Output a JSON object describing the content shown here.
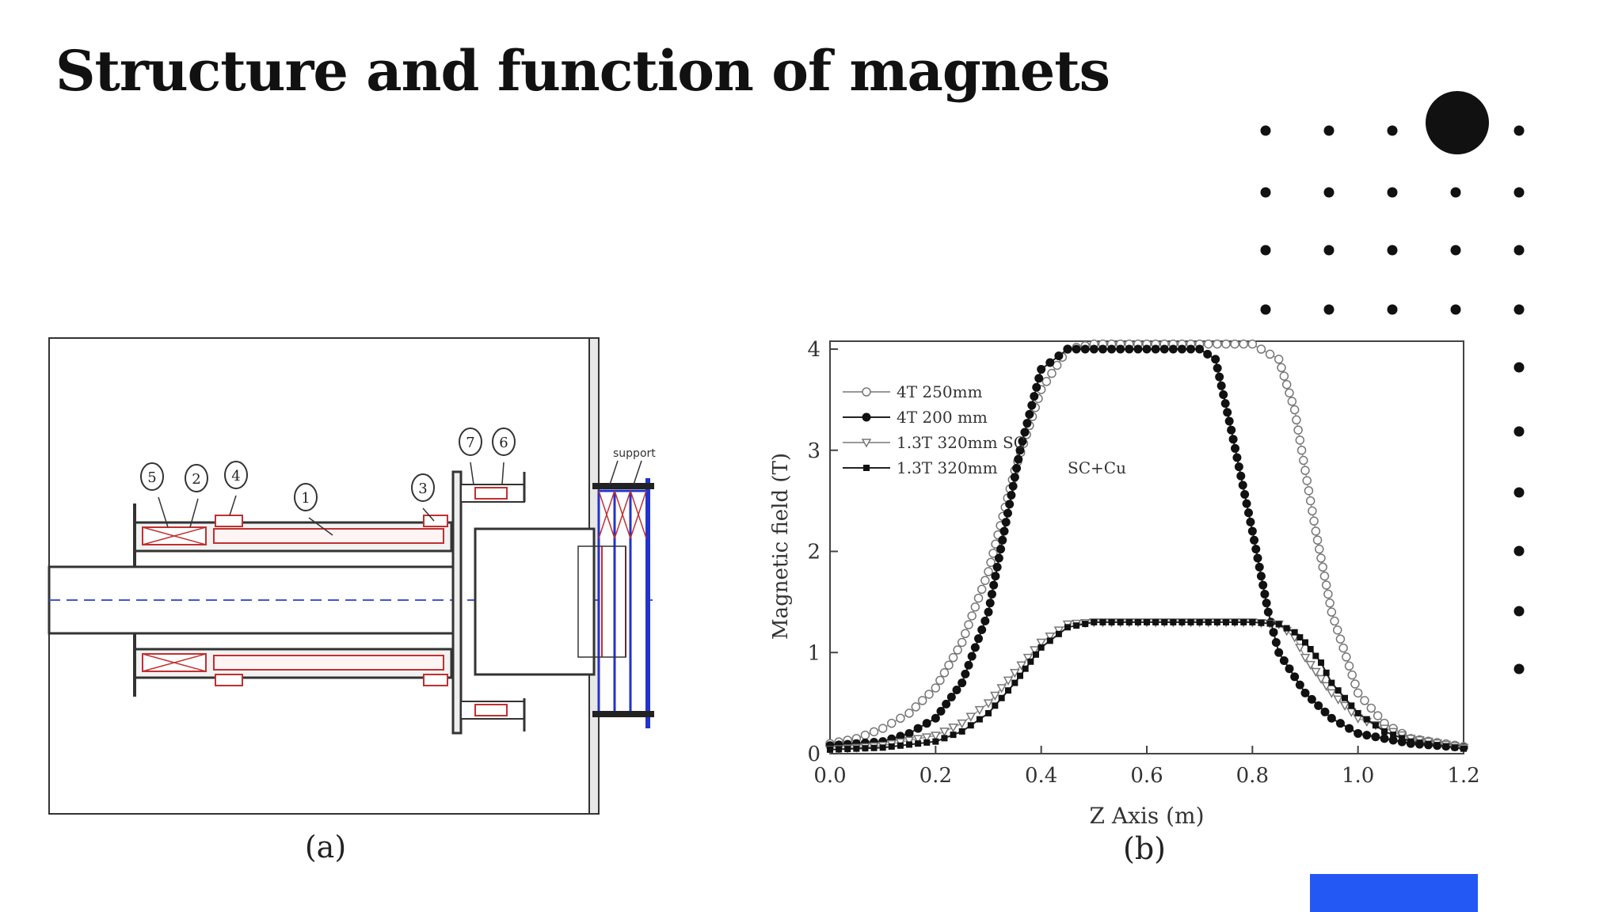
{
  "slide": {
    "title": "Structure and function of magnets",
    "caption_a": "(a)",
    "caption_b": "(b)",
    "accent_color": "#2458f5",
    "dot_color": "#111111"
  },
  "diagram": {
    "type": "magnet-cross-section",
    "callout_numbers": [
      "5",
      "2",
      "4",
      "1",
      "3",
      "7",
      "6"
    ],
    "support_label": "support"
  },
  "chart_data": {
    "type": "line",
    "xlabel": "Z Axis (m)",
    "ylabel": "Magnetic field (T)",
    "xlim": [
      0.0,
      1.2
    ],
    "ylim": [
      0,
      4
    ],
    "xticks": [
      "0.0",
      "0.2",
      "0.4",
      "0.6",
      "0.8",
      "1.0",
      "1.2"
    ],
    "yticks": [
      "0",
      "1",
      "2",
      "3",
      "4"
    ],
    "legend_position": "top-left",
    "annotation": "SC+Cu",
    "series": [
      {
        "name": "4T 250mm",
        "marker": "open-circle",
        "x": [
          0.0,
          0.05,
          0.1,
          0.15,
          0.2,
          0.25,
          0.3,
          0.35,
          0.4,
          0.45,
          0.5,
          0.6,
          0.7,
          0.8,
          0.85,
          0.88,
          0.9,
          0.92,
          0.95,
          1.0,
          1.05,
          1.1,
          1.2
        ],
        "y": [
          0.1,
          0.15,
          0.25,
          0.4,
          0.65,
          1.1,
          1.8,
          2.8,
          3.6,
          4.0,
          4.05,
          4.05,
          4.05,
          4.05,
          3.9,
          3.4,
          2.8,
          2.2,
          1.4,
          0.6,
          0.3,
          0.15,
          0.07
        ]
      },
      {
        "name": "4T 200 mm",
        "marker": "filled-circle",
        "x": [
          0.0,
          0.1,
          0.15,
          0.2,
          0.25,
          0.3,
          0.33,
          0.36,
          0.4,
          0.45,
          0.5,
          0.6,
          0.7,
          0.73,
          0.76,
          0.8,
          0.83,
          0.85,
          0.9,
          0.95,
          1.0,
          1.1,
          1.2
        ],
        "y": [
          0.08,
          0.12,
          0.2,
          0.35,
          0.7,
          1.4,
          2.2,
          3.0,
          3.8,
          4.0,
          4.0,
          4.0,
          4.0,
          3.9,
          3.2,
          2.2,
          1.4,
          1.0,
          0.6,
          0.35,
          0.2,
          0.1,
          0.06
        ]
      },
      {
        "name": "1.3T 320mm SC",
        "marker": "open-triangle",
        "x": [
          0.0,
          0.1,
          0.2,
          0.25,
          0.3,
          0.35,
          0.4,
          0.45,
          0.5,
          0.6,
          0.7,
          0.8,
          0.85,
          0.88,
          0.9,
          0.95,
          1.0,
          1.1,
          1.2
        ],
        "y": [
          0.04,
          0.08,
          0.18,
          0.3,
          0.5,
          0.8,
          1.1,
          1.28,
          1.3,
          1.3,
          1.3,
          1.3,
          1.28,
          1.15,
          0.95,
          0.6,
          0.35,
          0.15,
          0.06
        ]
      },
      {
        "name": "1.3T 320mm",
        "marker": "filled-square",
        "x": [
          0.0,
          0.1,
          0.2,
          0.25,
          0.3,
          0.35,
          0.4,
          0.45,
          0.5,
          0.6,
          0.7,
          0.8,
          0.85,
          0.88,
          0.9,
          0.93,
          0.95,
          1.0,
          1.05,
          1.1,
          1.2
        ],
        "y": [
          0.04,
          0.06,
          0.12,
          0.22,
          0.4,
          0.7,
          1.05,
          1.25,
          1.3,
          1.3,
          1.3,
          1.3,
          1.28,
          1.2,
          1.1,
          0.9,
          0.7,
          0.4,
          0.22,
          0.12,
          0.05
        ]
      }
    ]
  }
}
